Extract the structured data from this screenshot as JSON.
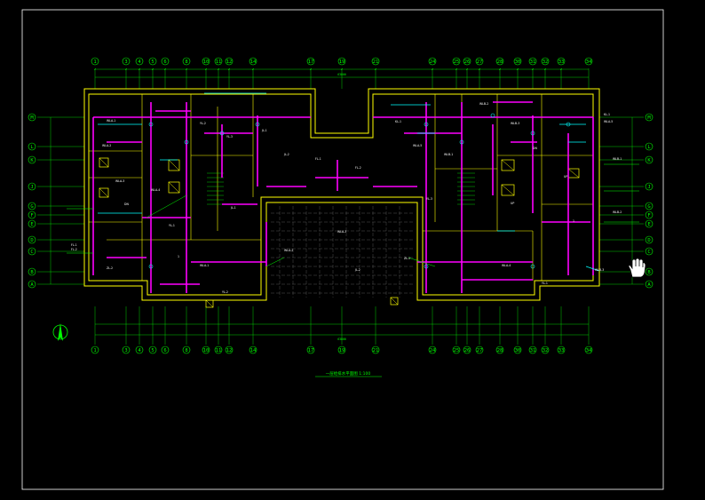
{
  "colors": {
    "background": "#000000",
    "frame": "#ffffff",
    "grid": "#00ff00",
    "wall": "#ffff00",
    "pipe": "#ff00ff",
    "pipe_cyan": "#00ffff",
    "label": "#ffffff"
  },
  "axes_top": [
    "1",
    "3",
    "4",
    "5",
    "6",
    "8",
    "10",
    "11",
    "12",
    "14",
    "17",
    "19",
    "21",
    "24",
    "25",
    "26",
    "27",
    "28",
    "30",
    "31",
    "32",
    "33",
    "34"
  ],
  "axes_bottom": [
    "1",
    "3",
    "4",
    "5",
    "6",
    "8",
    "10",
    "11",
    "12",
    "14",
    "17",
    "19",
    "21",
    "24",
    "25",
    "26",
    "27",
    "28",
    "30",
    "31",
    "32",
    "33",
    "34"
  ],
  "axes_left": [
    "M",
    "L",
    "K",
    "J",
    "G",
    "F",
    "E",
    "D",
    "C",
    "B",
    "A"
  ],
  "axes_right": [
    "M",
    "L",
    "K",
    "J",
    "G",
    "F",
    "E",
    "D",
    "C",
    "B",
    "A"
  ],
  "dimension_total": "63800",
  "room_labels": [
    "WLA-1",
    "WLA-2",
    "WLA-3",
    "WLA-4",
    "YL-1",
    "YL-2",
    "YL-3",
    "JL-1",
    "JL-2",
    "FL-1",
    "FL-2",
    "KL-1",
    "WLA-5",
    "WLB-1",
    "WLB-2",
    "WLB-3",
    "DN",
    "UP",
    "1",
    "ZL-1",
    "ZL-2"
  ],
  "drawing_title": "一层给排水平面图 1:100",
  "compass_label": "N",
  "icons": {
    "cursor": "hand-cursor-icon",
    "north": "north-arrow-icon"
  }
}
